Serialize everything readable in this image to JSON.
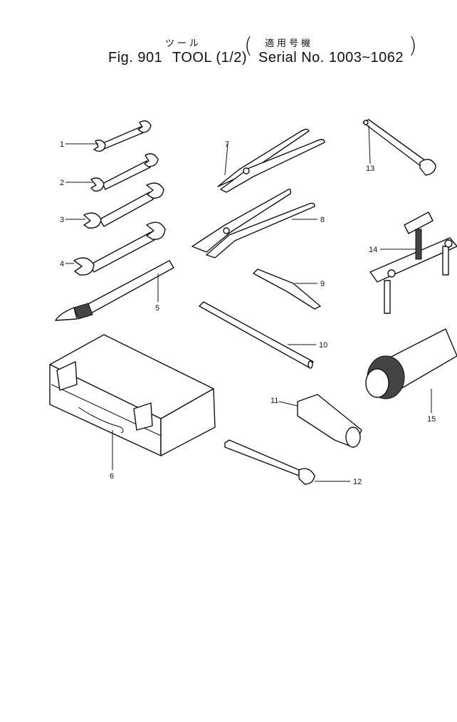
{
  "title": {
    "jp_tool": "ツール",
    "jp_serial": "適用号機",
    "fig": "Fig. 901",
    "tool": "TOOL (1/2)",
    "serial": "Serial No. 1003~1062"
  },
  "callouts": [
    {
      "id": "1",
      "label": "1"
    },
    {
      "id": "2",
      "label": "2"
    },
    {
      "id": "3",
      "label": "3"
    },
    {
      "id": "4",
      "label": "4"
    },
    {
      "id": "5",
      "label": "5"
    },
    {
      "id": "6",
      "label": "6"
    },
    {
      "id": "7",
      "label": "7"
    },
    {
      "id": "8",
      "label": "8"
    },
    {
      "id": "9",
      "label": "9"
    },
    {
      "id": "10",
      "label": "10"
    },
    {
      "id": "11",
      "label": "11"
    },
    {
      "id": "12",
      "label": "12"
    },
    {
      "id": "13",
      "label": "13"
    },
    {
      "id": "14",
      "label": "14"
    },
    {
      "id": "15",
      "label": "15"
    }
  ]
}
